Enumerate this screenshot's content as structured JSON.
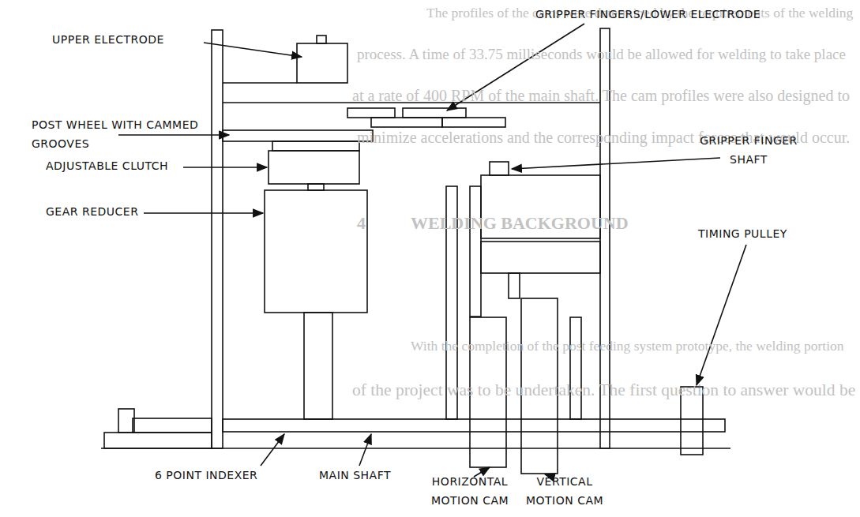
{
  "diagram": {
    "labels": [
      "UPPER ELECTRODE",
      "GRIPPER FINGERS/LOWER ELECTRODE",
      "POST WHEEL WITH CAMMED GROOVES",
      "ADJUSTABLE CLUTCH",
      "GRIPPER FINGER SHAFT",
      "GEAR REDUCER",
      "TIMING PULLEY",
      "6 POINT INDEXER",
      "MAIN SHAFT",
      "HORIZONTAL MOTION CAM",
      "VERTICAL MOTION CAM",
      "The profiles of the cams were determined by the requirements of the welding",
      "process. A time of 33.75 milliseconds would be allowed for welding to take place",
      "at a rate of 400 RPM of the main shaft. The cam profiles were also designed to",
      "minimize accelerations and the corresponding impact forces that would occur.",
      "4",
      "WELDING BACKGROUND",
      "With the completion of the post feeding system prototype, the welding portion",
      "of the project was to be undertaken. The first question to answer would be"
    ]
  }
}
